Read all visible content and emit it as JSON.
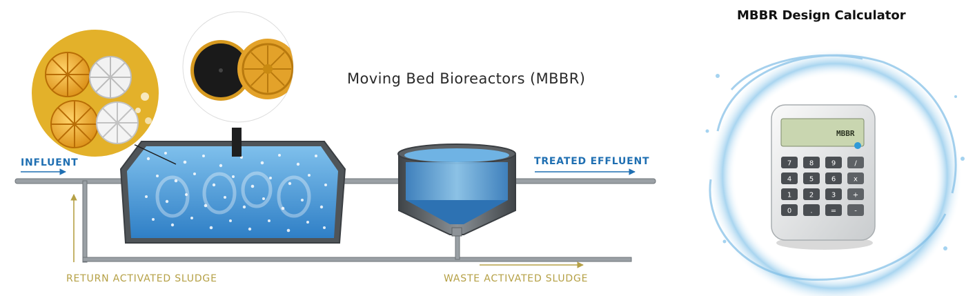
{
  "diagram": {
    "title": "Moving Bed Bioreactors (MBBR)",
    "labels": {
      "influent": "INFLUENT",
      "treated_effluent": "TREATED EFFLUENT",
      "return_activated_sludge": "RETURN ACTIVATED SLUDGE",
      "waste_activated_sludge": "WASTE ACTIVATED SLUDGE"
    },
    "colors": {
      "flow_arrow_blue": "#1f6fb2",
      "sludge_gold": "#b5a045",
      "pipe_gray": "#8e9398",
      "tank_dark": "#4f5458",
      "water_blue": "#3f8fd0",
      "media_orange": "#e9a21e"
    }
  },
  "calculator_panel": {
    "title": "MBBR Design Calculator",
    "display_text": "MBBR",
    "keys": [
      [
        "7",
        "8",
        "9",
        "/"
      ],
      [
        "4",
        "5",
        "6",
        "x"
      ],
      [
        "1",
        "2",
        "3",
        "+"
      ],
      [
        "0",
        ".",
        "=",
        "-"
      ]
    ]
  }
}
